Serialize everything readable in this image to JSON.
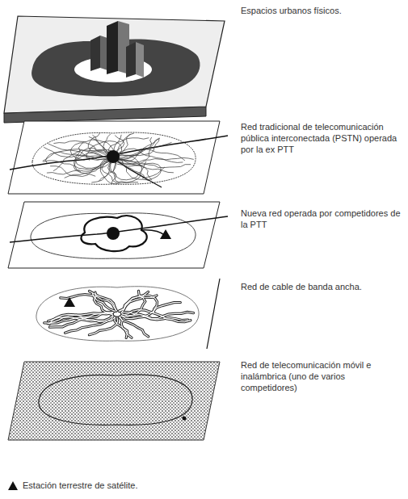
{
  "diagram": {
    "labels": [
      "Espacios urbanos físicos.",
      "Red tradicional de telecomunicación pública interconectada (PSTN) operada por la ex PTT",
      "Nueva red operada por competidores de la PTT",
      "Red de cable de banda ancha.",
      "Red de telecomunicación móvil e inalámbrica (uno de varios competidores)"
    ],
    "legend": [
      {
        "text": "Estación terrestre de satélite."
      }
    ]
  }
}
